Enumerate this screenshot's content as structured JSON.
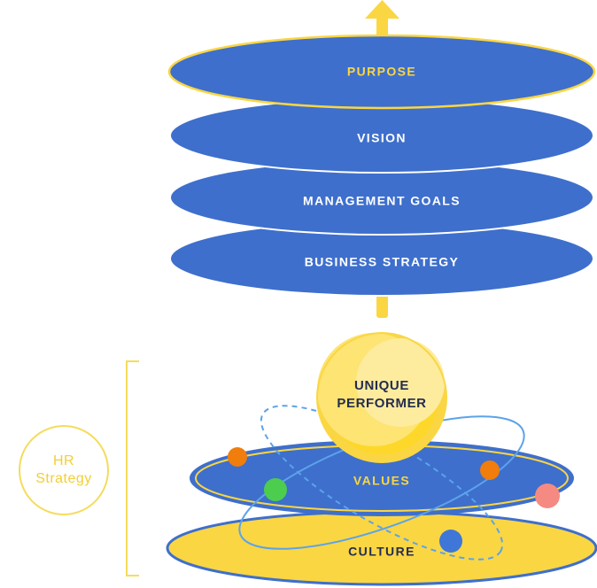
{
  "colors": {
    "blue": "#3e6fcc",
    "yellow": "#fad643",
    "yellow_light": "#fde98a",
    "navy_text": "#242c4f",
    "white": "#ffffff",
    "orbit": "#5ba3ea",
    "bracket": "#f4dc5d",
    "dot_orange": "#f07d0c",
    "dot_green": "#4ccd4e",
    "dot_pink": "#f58a82",
    "dot_blue": "#3e77d8"
  },
  "strategy_stack": {
    "purpose": "PURPOSE",
    "vision": "VISION",
    "management_goals": "MANAGEMENT GOALS",
    "business_strategy": "BUSINESS STRATEGY"
  },
  "hr_stack": {
    "sphere_line1": "UNIQUE",
    "sphere_line2": "PERFORMER",
    "values": "VALUES",
    "culture": "CULTURE"
  },
  "hr_strategy": {
    "line1": "HR",
    "line2": "Strategy"
  },
  "icons": {
    "upward_arrow": "arrow-up-icon",
    "connector": "connector-bar"
  }
}
